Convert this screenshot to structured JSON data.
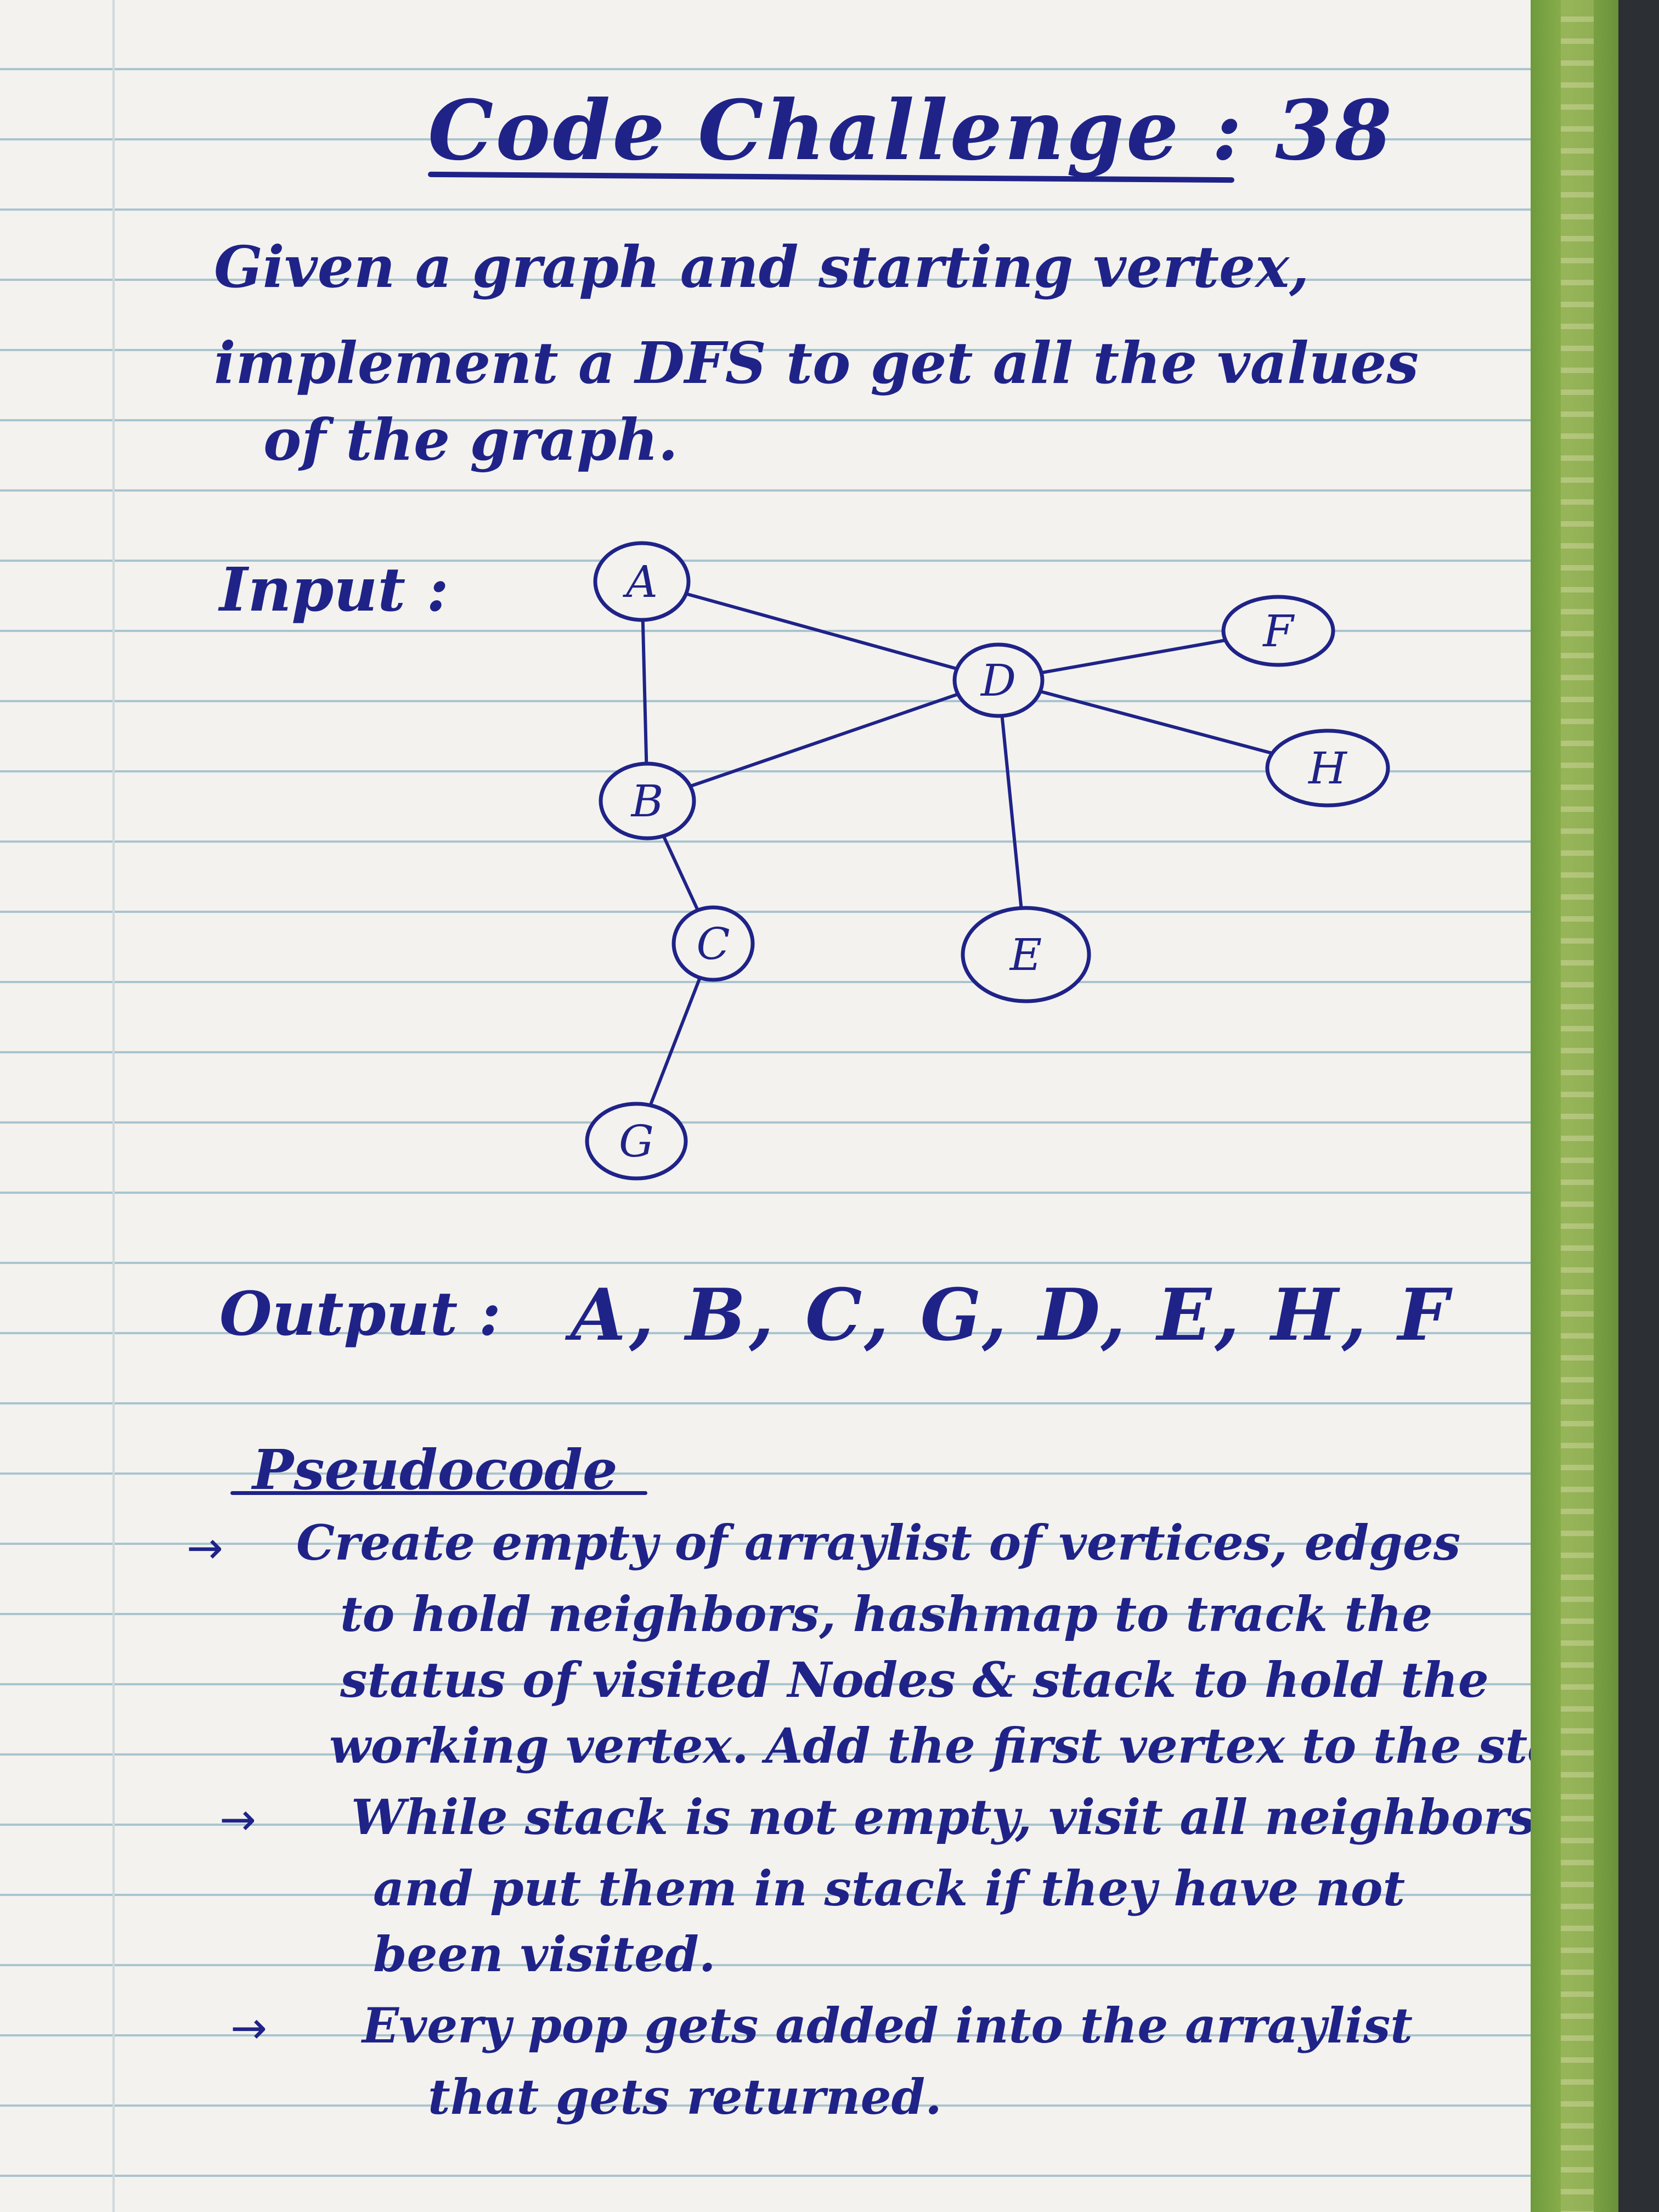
{
  "title": "Code Challenge : 38",
  "problem": {
    "line1": "Given a graph and starting vertex,",
    "line2": "implement a DFS to get all the values",
    "line3": "of the graph."
  },
  "input_label": "Input :",
  "graph": {
    "nodes": [
      {
        "id": "A",
        "label": "A"
      },
      {
        "id": "B",
        "label": "B"
      },
      {
        "id": "C",
        "label": "C"
      },
      {
        "id": "G",
        "label": "G"
      },
      {
        "id": "D",
        "label": "D"
      },
      {
        "id": "E",
        "label": "E"
      },
      {
        "id": "F",
        "label": "F"
      },
      {
        "id": "H",
        "label": "H"
      }
    ],
    "edges": [
      [
        "A",
        "B"
      ],
      [
        "A",
        "D"
      ],
      [
        "B",
        "D"
      ],
      [
        "B",
        "C"
      ],
      [
        "C",
        "G"
      ],
      [
        "D",
        "F"
      ],
      [
        "D",
        "H"
      ],
      [
        "D",
        "E"
      ]
    ]
  },
  "output_label": "Output :",
  "output_value": "A, B, C, G, D, E, H, F",
  "pseudocode": {
    "title": "Pseudocode",
    "lines": [
      "Create empty of arraylist of vertices, edges",
      "to hold neighbors, hashmap to track the",
      "status of visited Nodes & stack to hold the",
      "working vertex. Add the first vertex to the stack.",
      "While stack is not empty, visit all neighbors",
      "and put them in stack if they have not",
      "been visited.",
      "Every pop gets added into the arraylist",
      "that gets returned."
    ]
  },
  "colors": {
    "ink": "#1f2388",
    "paper": "#f3f2ee",
    "rule": "#a9c4cf",
    "cover": "#7ea546"
  }
}
